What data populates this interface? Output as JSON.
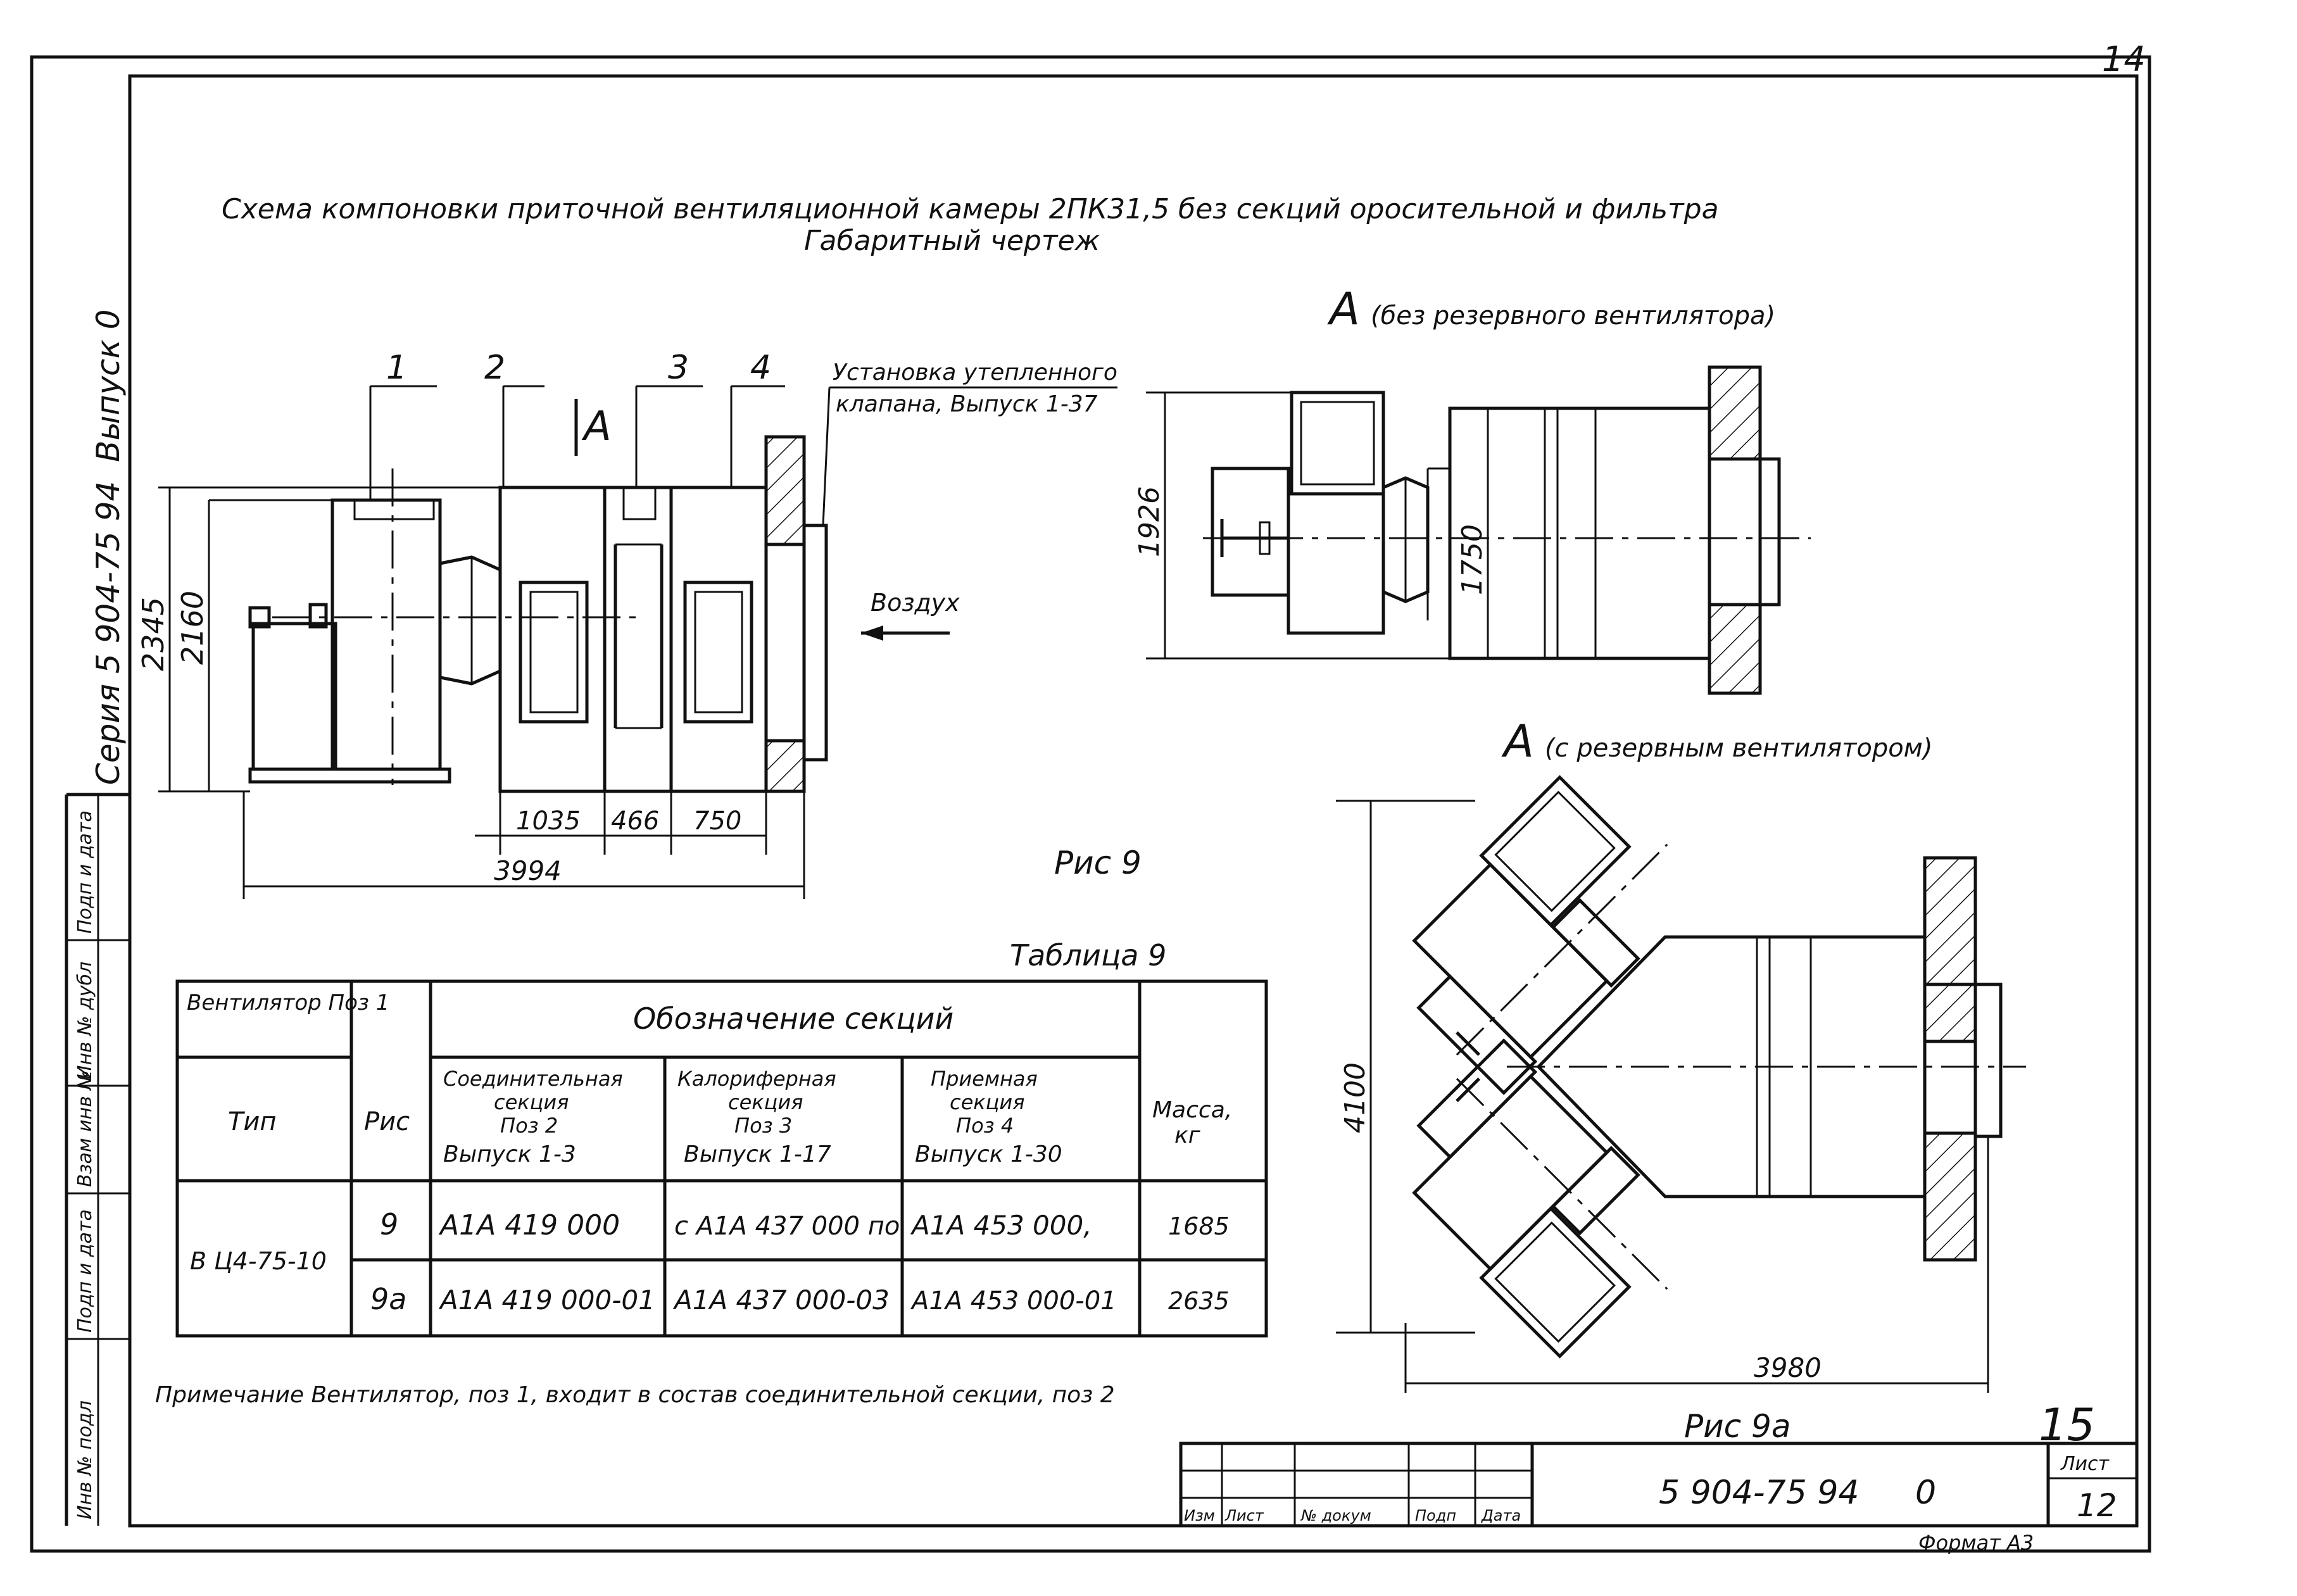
{
  "sheet": {
    "corner_number": "14",
    "handwritten_number": "15",
    "title_line1": "Схема компоновки приточной вентиляционной камеры 2ПК31,5 без секций оросительной и фильтра",
    "title_line2": "Габаритный чертеж",
    "note": "Примечание Вентилятор, поз 1, входит в состав соединительной секции, поз 2",
    "format_label": "Формат А3"
  },
  "side_strip": {
    "series": "Серия 5 904-75 94",
    "issue": "Выпуск 0",
    "cells": [
      "Подп и дата",
      "Инв № дубл",
      "Взам инв №",
      "Подп и дата",
      "Инв № подл"
    ]
  },
  "fig9": {
    "caption": "Рис 9",
    "positions": [
      "1",
      "2",
      "3",
      "4"
    ],
    "view_marker": "А",
    "callout_line1": "Установка утепленного",
    "callout_line2": "клапана, Выпуск 1-37",
    "air_label": "Воздух",
    "dims": {
      "h_total": "2345",
      "h_body": "2160",
      "w_sec2": "1035",
      "w_sec3": "466",
      "w_sec4": "750",
      "w_total": "3994"
    }
  },
  "viewA1": {
    "title": "А",
    "subtitle": "(без резервного вентилятора)",
    "dim_h1": "1926",
    "dim_h2": "1750"
  },
  "viewA2": {
    "title": "А",
    "subtitle": "(с резервным вентилятором)",
    "dim_h": "4100",
    "dim_w": "3980",
    "caption": "Рис 9а"
  },
  "table": {
    "caption": "Таблица 9",
    "h_fan": "Вентилятор Поз 1",
    "h_type": "Тип",
    "h_fig": "Рис",
    "h_sections": "Обозначение секций",
    "h_conn": [
      "Соединительная",
      "секция",
      "Поз 2",
      "Выпуск 1-3"
    ],
    "h_cal": [
      "Калориферная",
      "секция",
      "Поз 3",
      "Выпуск 1-17"
    ],
    "h_intake": [
      "Приемная",
      "секция",
      "Поз 4",
      "Выпуск 1-30"
    ],
    "h_mass": [
      "Масса,",
      "кг"
    ],
    "fan_type": "В Ц4-75-10",
    "rows": [
      {
        "fig": "9",
        "conn": "А1А 419 000",
        "cal": "с А1А 437 000 по",
        "intake": "А1А 453 000,",
        "mass": "1685"
      },
      {
        "fig": "9а",
        "conn": "А1А 419 000-01",
        "cal": "А1А 437 000-03",
        "intake": "А1А 453 000-01",
        "mass": "2635"
      }
    ]
  },
  "stamp": {
    "cols": [
      "Изм",
      "Лист",
      "№ докум",
      "Подп",
      "Дата"
    ],
    "doc_code": "5 904-75 94",
    "issue": "0",
    "sheet_label": "Лист",
    "sheet_no": "12"
  }
}
